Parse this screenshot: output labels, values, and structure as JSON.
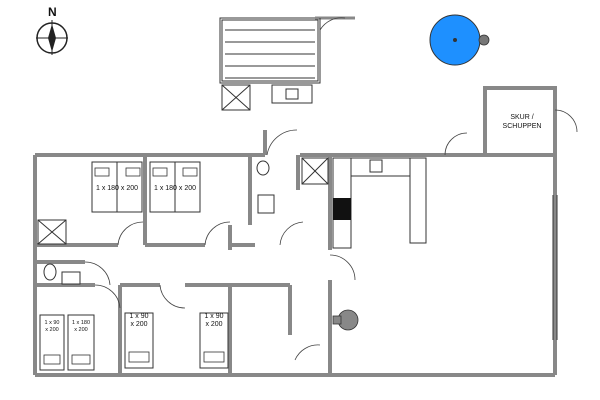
{
  "compass": {
    "north_label": "N"
  },
  "shed": {
    "label_line1": "SKUR /",
    "label_line2": "SCHUPPEN"
  },
  "bedrooms": {
    "top_left": {
      "bed_label": "1 x 180 x 200"
    },
    "top_right": {
      "bed_label": "1 x 180 x 200"
    },
    "bottom_1": {
      "bed_a_line1": "1 x 90",
      "bed_a_line2": "x 200",
      "bed_b_line1": "1 x 180",
      "bed_b_line2": "x 200"
    },
    "bottom_2": {
      "bed_line1": "1 x 90",
      "bed_line2": "x 200"
    },
    "bottom_3": {
      "bed_line1": "1 x 90",
      "bed_line2": "x 200"
    }
  },
  "colors": {
    "pool": "#1e90ff",
    "wall": "#888888",
    "line": "#333333"
  },
  "icons": [
    "compass-icon",
    "door-swing-icon",
    "shower-icon",
    "toilet-icon",
    "sink-icon",
    "stove-icon",
    "fireplace-icon",
    "hot-tub-icon"
  ]
}
